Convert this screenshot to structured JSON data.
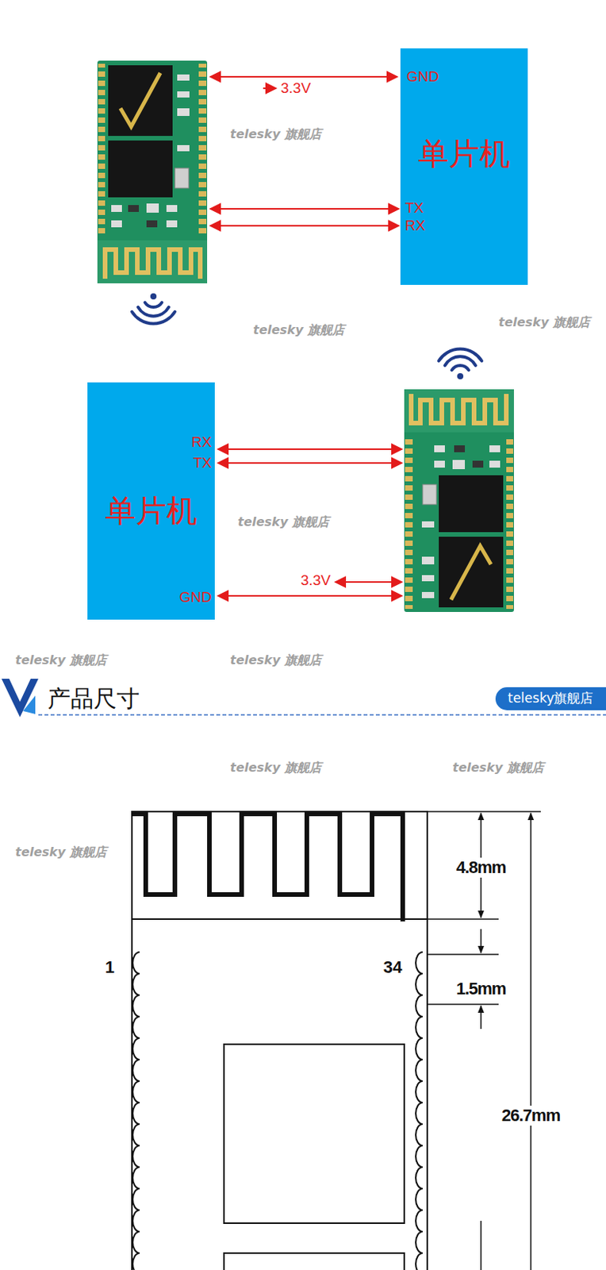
{
  "diagram": {
    "title": "产品尺寸",
    "nodes": [
      {
        "text": [
          "单片机"
        ]
      },
      {
        "text": [
          "单片机"
        ]
      },
      {
        "text": [
          "telesky旗舰店"
        ]
      }
    ],
    "labels": [
      "GND",
      "3.3V",
      "TX",
      "RX",
      "RX",
      "TX",
      "3.3V",
      "GND",
      "1",
      "34",
      "4.8mm",
      "1.5mm",
      "26.7mm",
      "telesky 旗舰店",
      "telesky 旗舰店",
      "telesky 旗舰店",
      "telesky 旗舰店",
      "telesky 旗舰店",
      "telesky 旗舰店",
      "telesky 旗舰店",
      "telesky 旗舰店",
      "telesky 旗舰店"
    ]
  }
}
